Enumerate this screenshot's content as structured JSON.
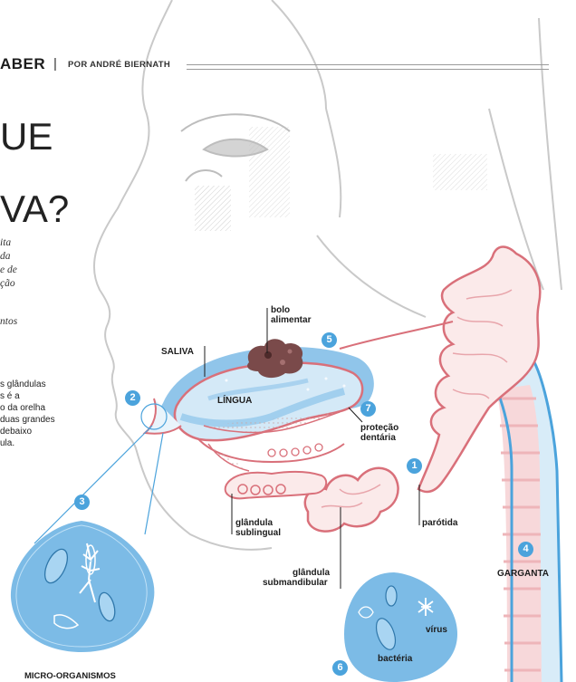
{
  "header": {
    "title": "ABER",
    "separator": "|",
    "author": "POR ANDRÉ BIERNATH"
  },
  "headline": {
    "line1": "UE",
    "line2": "VA?"
  },
  "lede": [
    "ita",
    "da",
    "e de",
    "ção",
    "ntos"
  ],
  "body_text": [
    "s glândulas",
    "s é a",
    "o da orelha",
    "duas grandes",
    "debaixo",
    "ula."
  ],
  "labels": {
    "saliva": "SALIVA",
    "lingua": "LÍNGUA",
    "bolo_line1": "bolo",
    "bolo_line2": "alimentar",
    "protecao_line1": "proteção",
    "protecao_line2": "dentária",
    "parotida": "parótida",
    "sublingual_line1": "glândula",
    "sublingual_line2": "sublingual",
    "submandibular_line1": "glândula",
    "submandibular_line2": "submandibular",
    "garganta": "GARGANTA",
    "virus": "vírus",
    "bacteria": "bactéria",
    "micro": "MICRO-ORGANISMOS"
  },
  "badges": [
    "1",
    "2",
    "3",
    "4",
    "5",
    "6",
    "7"
  ],
  "colors": {
    "blue": "#4ba3dc",
    "light_blue": "#8fc8ec",
    "gland_pink": "#d9707a",
    "sketch_gray": "#c9c9c9",
    "bolus_brown": "#7a4a4a"
  }
}
